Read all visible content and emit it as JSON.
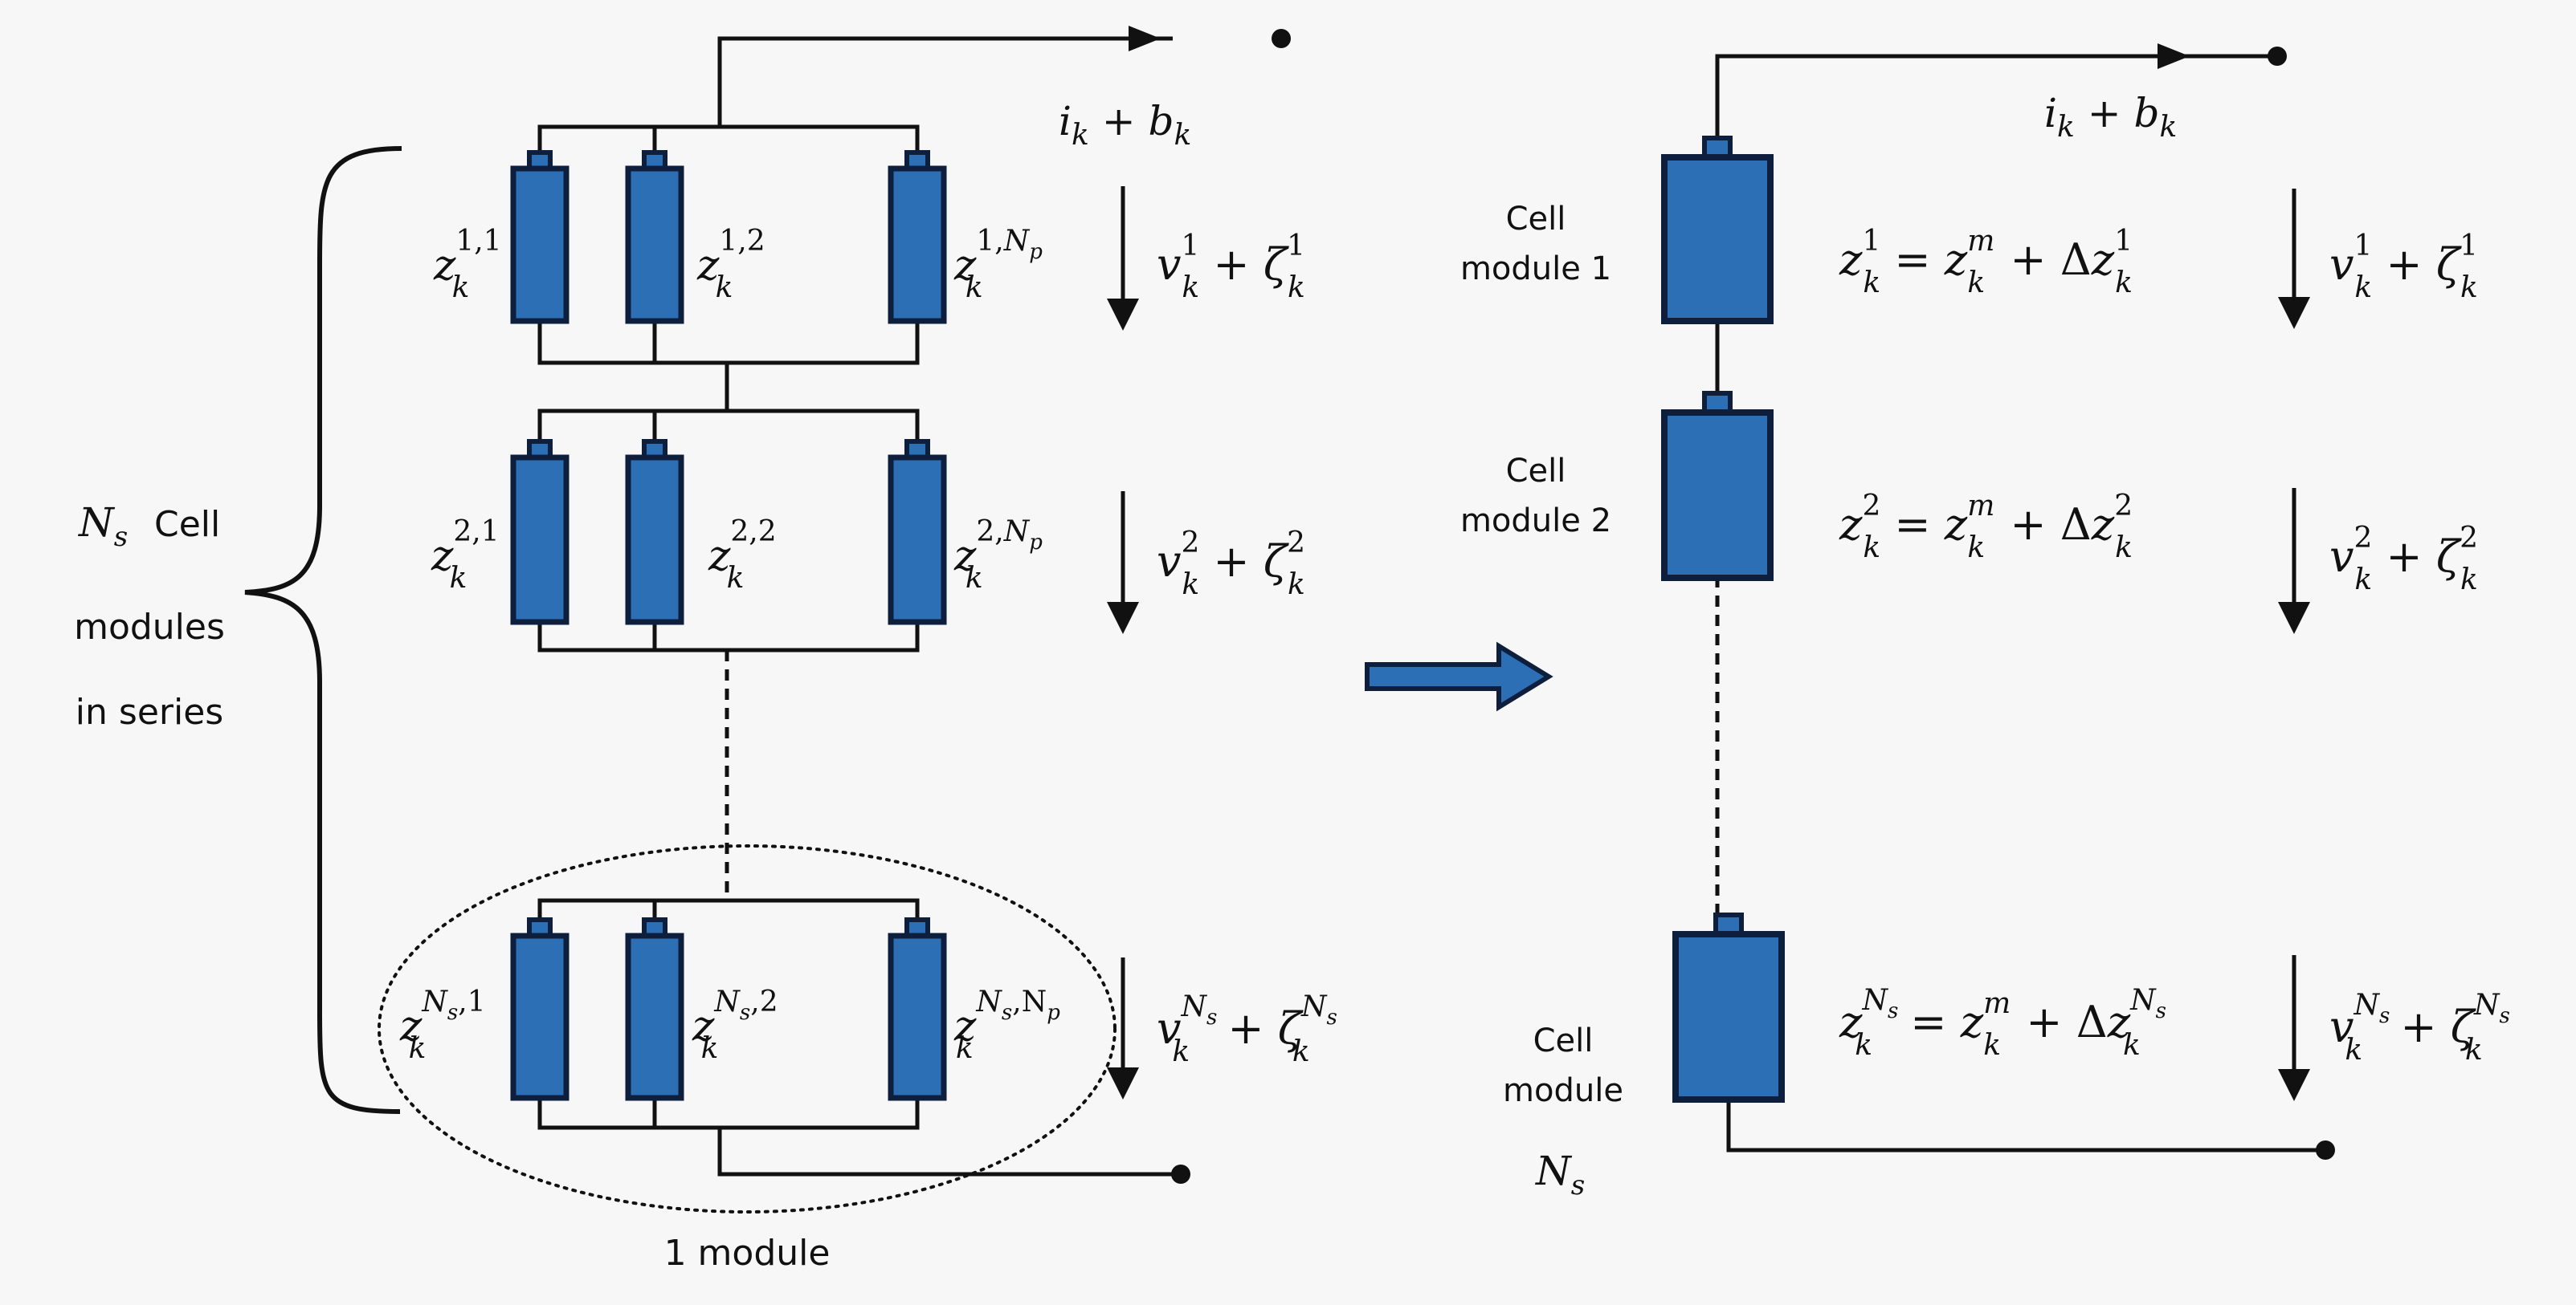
{
  "colors": {
    "cell_fill": "#2c6fb5",
    "cell_border": "#0d1f3c",
    "wire": "#111111",
    "arrow_fill": "#2c6fb5",
    "background": "#f7f7f7"
  },
  "left": {
    "current_label": {
      "base1": "i",
      "sub1": "k",
      "op": " + ",
      "base2": "b",
      "sub2": "k"
    },
    "brace_label": {
      "ns_base": "N",
      "ns_sub": "s",
      "line1_word": "Cell",
      "line2": "modules",
      "line3": "in series"
    },
    "module_caption": "1 module",
    "rows": [
      {
        "cells": [
          {
            "base": "z",
            "sub": "k",
            "sup": "1,1"
          },
          {
            "base": "z",
            "sub": "k",
            "sup": "1,2"
          },
          {
            "base": "z",
            "sub": "k",
            "sup_prefix": "1,",
            "sup_main": "N",
            "sup_sub": "p"
          }
        ],
        "voltage": {
          "v_sup": "1",
          "zeta_sup": "1",
          "sub": "k"
        }
      },
      {
        "cells": [
          {
            "base": "z",
            "sub": "k",
            "sup": "2,1"
          },
          {
            "base": "z",
            "sub": "k",
            "sup": "2,2"
          },
          {
            "base": "z",
            "sub": "k",
            "sup_prefix": "2,",
            "sup_main": "N",
            "sup_sub": "p"
          }
        ],
        "voltage": {
          "v_sup": "2",
          "zeta_sup": "2",
          "sub": "k"
        }
      },
      {
        "cells": [
          {
            "base": "z",
            "sub": "k",
            "sup_main": "N",
            "sup_sub": "s",
            "sup_suffix": ",1"
          },
          {
            "base": "z",
            "sub": "k",
            "sup_main": "N",
            "sup_sub": "s",
            "sup_suffix": ",2"
          },
          {
            "base": "z",
            "sub": "k",
            "sup_main": "N",
            "sup_sub": "s",
            "sup_suffix": ",N",
            "sup_suffix_sub": "p"
          }
        ],
        "voltage": {
          "v_sup_main": "N",
          "v_sup_sub": "s",
          "sub": "k"
        }
      }
    ]
  },
  "right": {
    "current_label": {
      "base1": "i",
      "sub1": "k",
      "op": " + ",
      "base2": "b",
      "sub2": "k"
    },
    "modules": [
      {
        "label_line1": "Cell",
        "label_line2": "module 1",
        "equation": {
          "lhs_sup": "1",
          "rhs_m": "m",
          "delta": "Δ",
          "delta_sup": "1",
          "sub": "k",
          "eq": " = ",
          "plus": " + "
        },
        "voltage": {
          "v_sup": "1",
          "zeta_sup": "1",
          "sub": "k"
        }
      },
      {
        "label_line1": "Cell",
        "label_line2": "module 2",
        "equation": {
          "lhs_sup": "2",
          "rhs_m": "m",
          "delta": "Δ",
          "delta_sup": "2",
          "sub": "k",
          "eq": " = ",
          "plus": " + "
        },
        "voltage": {
          "v_sup": "2",
          "zeta_sup": "2",
          "sub": "k"
        }
      },
      {
        "label_line1": "Cell",
        "label_line2": "module",
        "label_ns_base": "N",
        "label_ns_sub": "s",
        "equation": {
          "lhs_sup_main": "N",
          "lhs_sup_sub": "s",
          "rhs_m": "m",
          "delta": "Δ",
          "delta_sup_main": "N",
          "delta_sup_sub": "s",
          "sub": "k",
          "eq": " = ",
          "plus": " + "
        },
        "voltage": {
          "v_sup_main": "N",
          "v_sup_sub": "s",
          "sub": "k"
        }
      }
    ]
  }
}
